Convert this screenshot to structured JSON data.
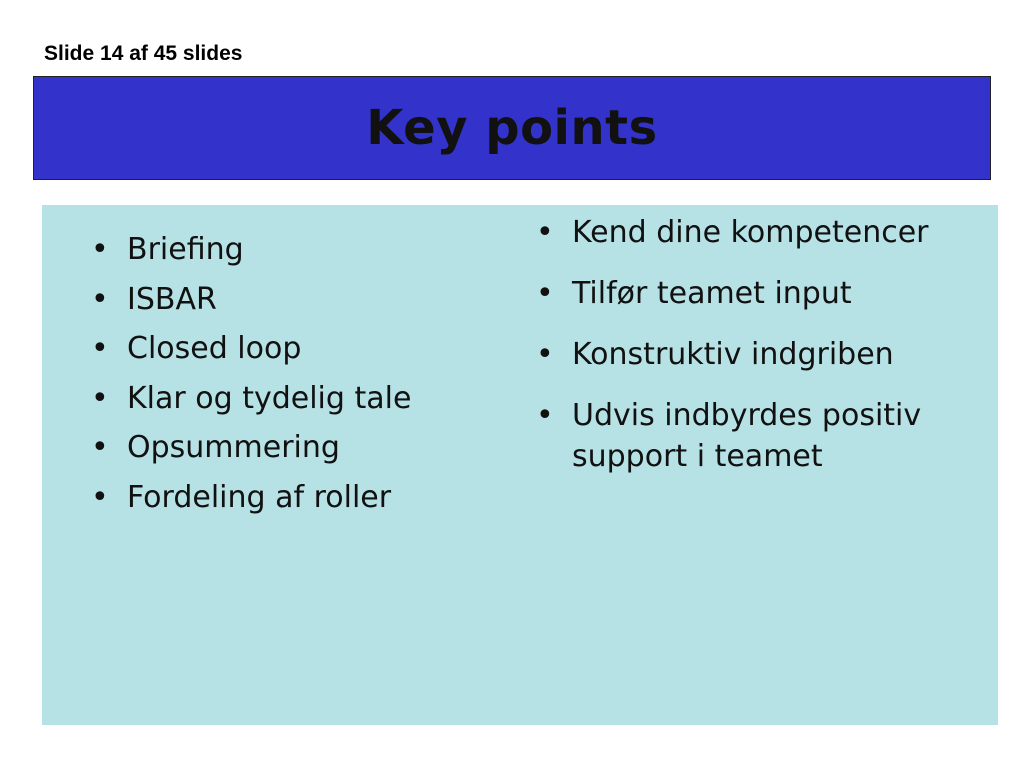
{
  "slide_counter": "Slide 14 af 45 slides",
  "title": "Key points",
  "colors": {
    "title_background": "#3333cc",
    "content_background": "#b6e1e5"
  },
  "bullet_icon": "bullet-dot",
  "left_column": [
    {
      "text": "Briefing"
    },
    {
      "text": "ISBAR"
    },
    {
      "text": "Closed loop"
    },
    {
      "text": "Klar og tydelig tale"
    },
    {
      "text": "Opsummering"
    },
    {
      "text": "Fordeling af roller"
    }
  ],
  "right_column": [
    {
      "text": "Kend dine kompetencer"
    },
    {
      "text": "Tilfør teamet input"
    },
    {
      "text": "Konstruktiv indgriben"
    },
    {
      "text": "Udvis indbyrdes positiv support i teamet"
    }
  ]
}
